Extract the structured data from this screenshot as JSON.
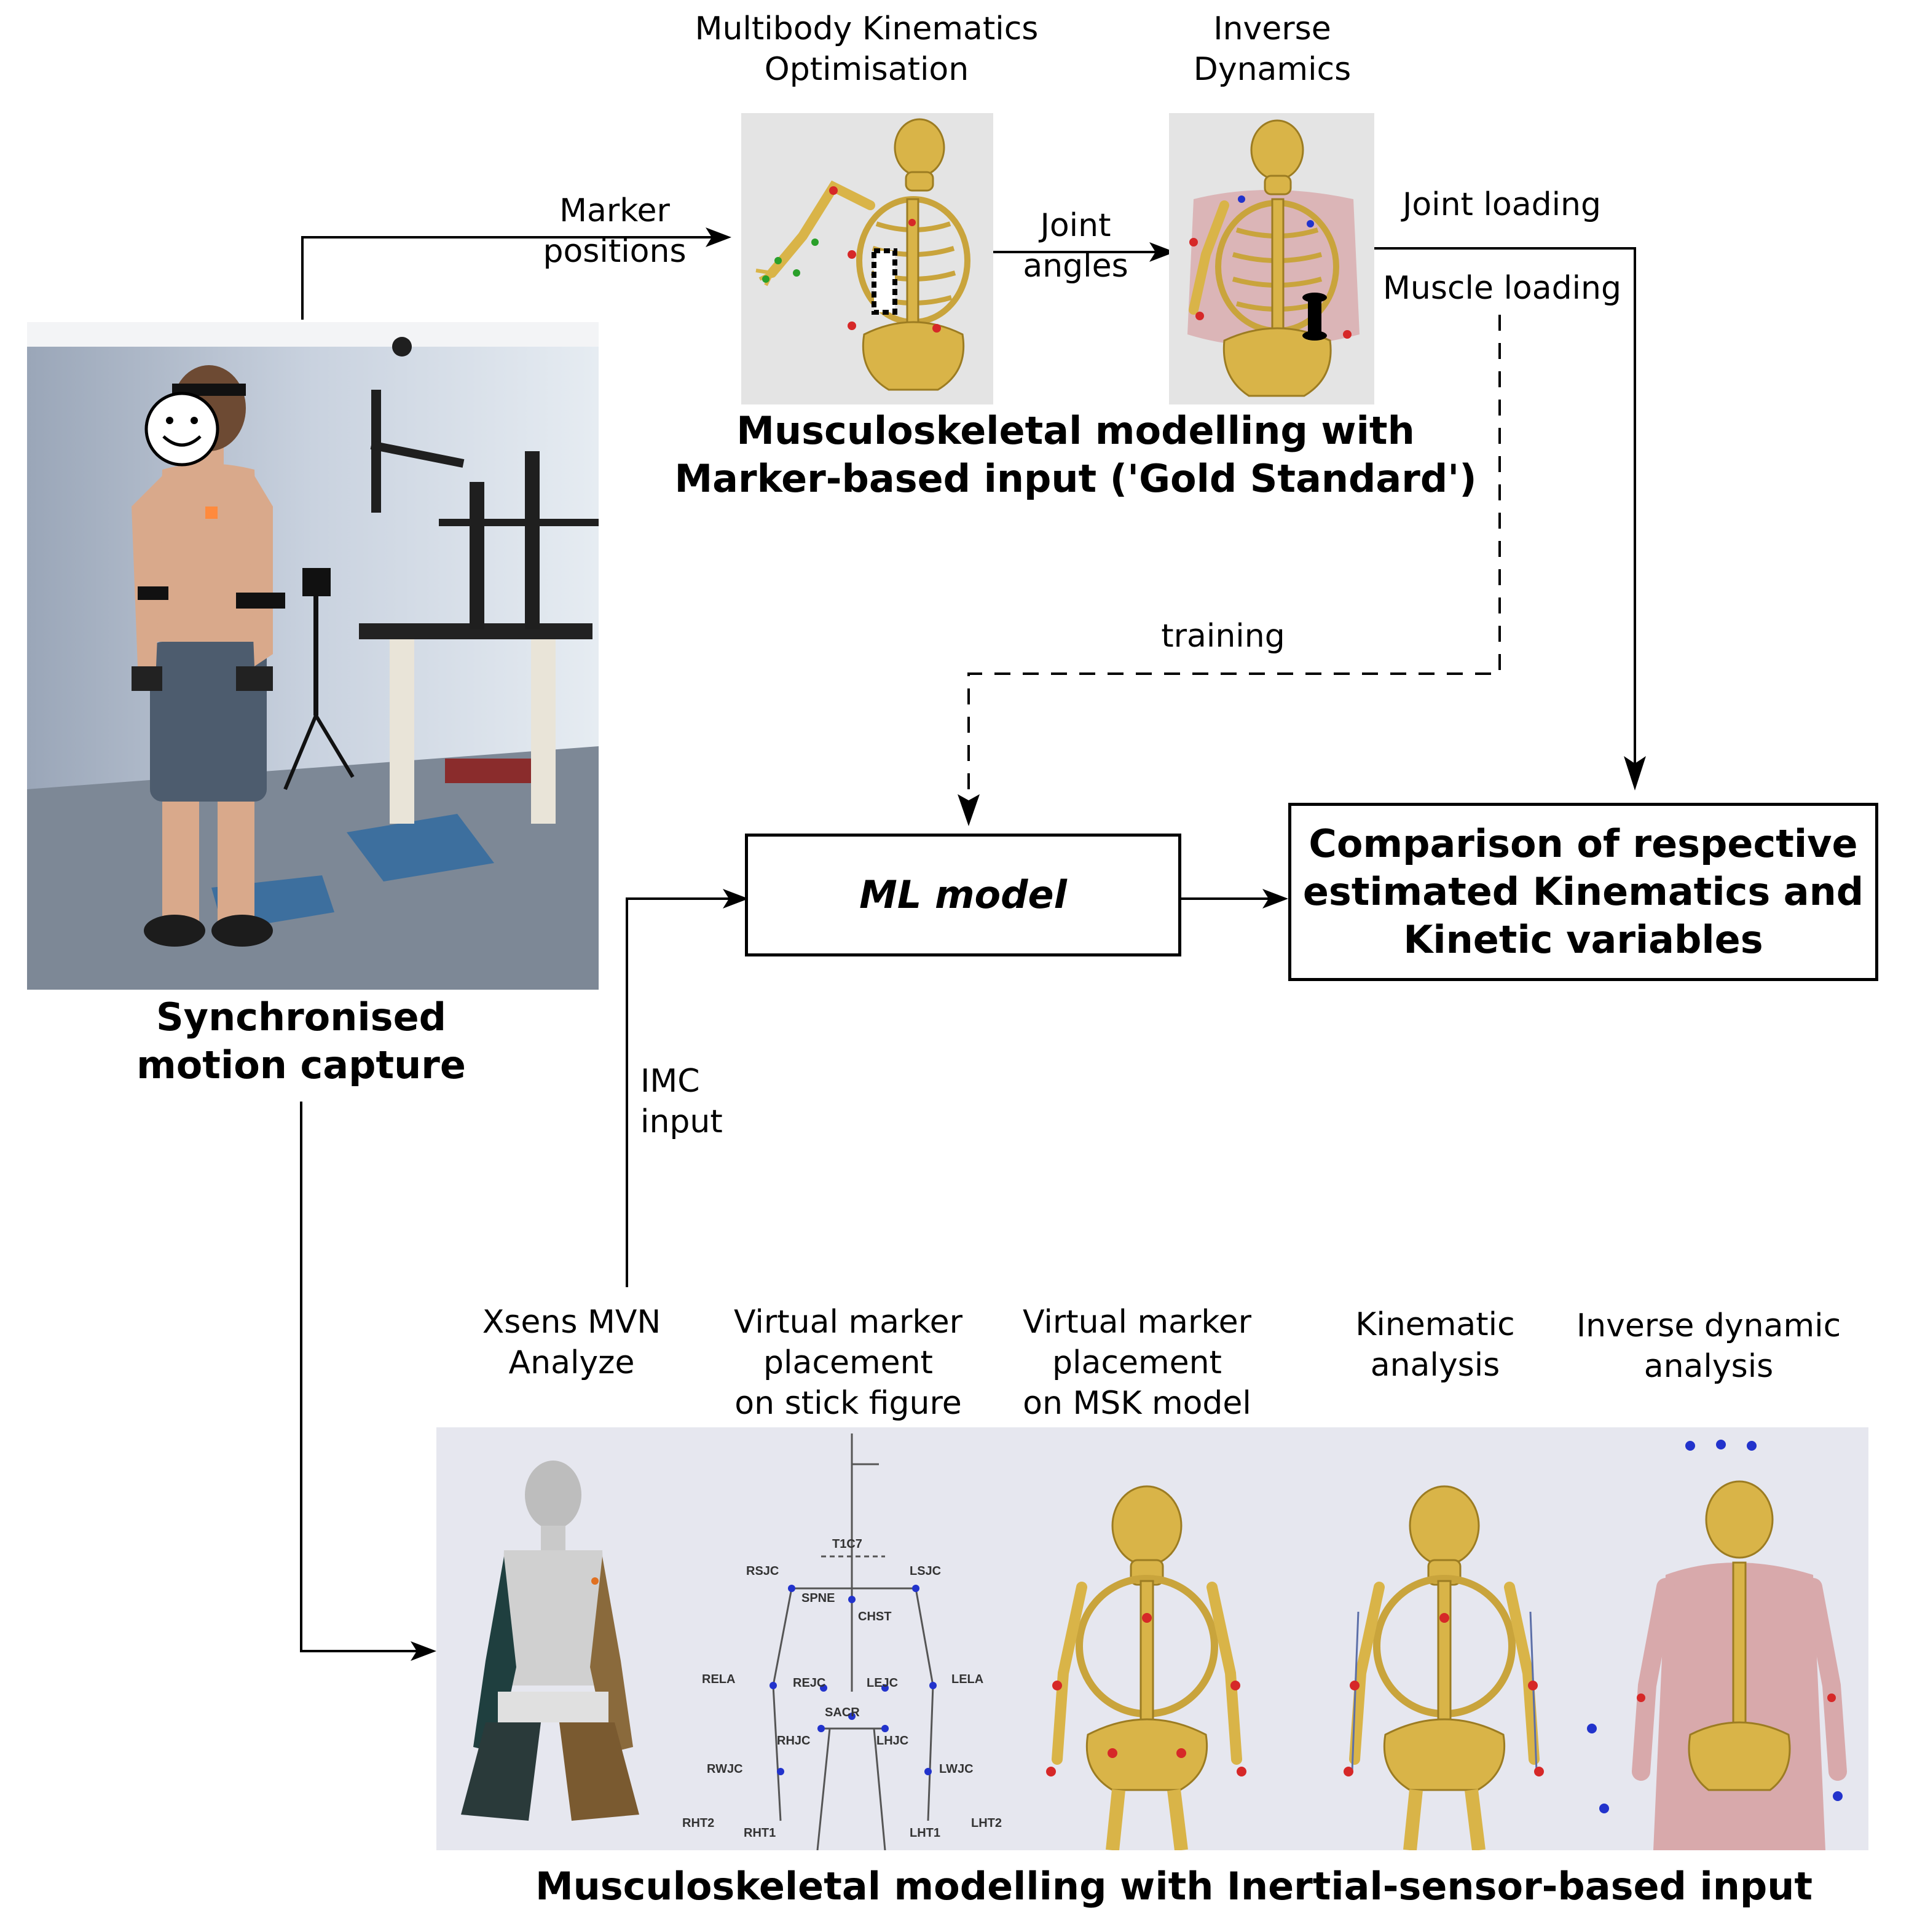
{
  "labels": {
    "mko": "Multibody Kinematics\nOptimisation",
    "id": "Inverse\nDynamics",
    "marker_positions": "Marker\npositions",
    "joint_angles": "Joint\nangles",
    "joint_loading": "Joint loading",
    "muscle_loading": "Muscle loading",
    "training": "training",
    "imc_input": "IMC\ninput",
    "xsens": "Xsens MVN\nAnalyze",
    "vm_stick": "Virtual marker\nplacement\non stick figure",
    "vm_msk": "Virtual marker\nplacement\non MSK model",
    "kinematic": "Kinematic\nanalysis",
    "inverse_dynamic": "Inverse dynamic\nanalysis"
  },
  "titles": {
    "gold_standard": "Musculoskeletal modelling with\nMarker-based input ('Gold Standard')",
    "motion_capture": "Synchronised\nmotion capture",
    "inertial": "Musculoskeletal modelling with Inertial-sensor-based input"
  },
  "boxes": {
    "ml_model": "ML model",
    "comparison": "Comparison of respective\nestimated Kinematics and\nKinetic variables"
  },
  "stick_labels": [
    "T1C7",
    "RSJC",
    "LSJC",
    "SPNE",
    "CHST",
    "RELA",
    "REJC",
    "LEJC",
    "LELA",
    "SACR",
    "RHJC",
    "LHJC",
    "RWJC",
    "LWJC",
    "RHT2",
    "RHT1",
    "LHT1",
    "LHT2"
  ],
  "colors": {
    "line": "#000000",
    "bone": "#d9b448",
    "muscle": "#d8a9ab",
    "panel_bg": "#e4e4e4",
    "bottom_panel_bg": "#e6e7ef",
    "marker_red": "#d62828",
    "marker_blue": "#2233cc"
  }
}
